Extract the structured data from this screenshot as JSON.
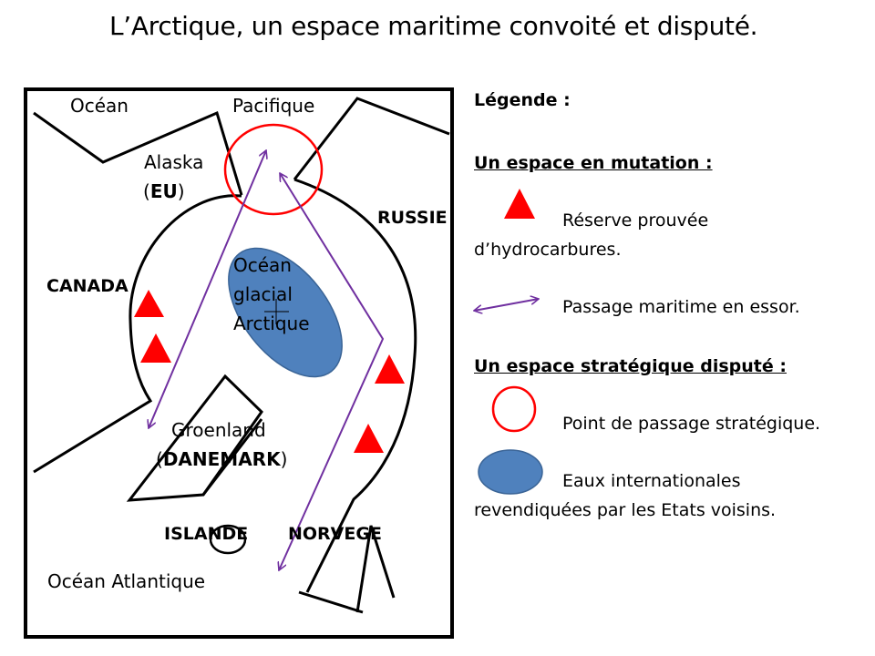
{
  "title": "L’Arctique, un espace maritime convoité et disputé.",
  "map": {
    "labels": {
      "ocean_pacific_1": "Océan",
      "ocean_pacific_2": "Pacifique",
      "alaska": "Alaska",
      "eu_open": "(",
      "eu": "EU",
      "eu_close": ")",
      "russie": "RUSSIE",
      "canada": "CANADA",
      "arctic_1": "Océan",
      "arctic_2": "glacial",
      "arctic_3": "Arctique",
      "groenland": "Groenland",
      "danemark_open": "(",
      "danemark": "DANEMARK",
      "danemark_close": ")",
      "islande": "ISLANDE",
      "norvege": "NORVEGE",
      "atlantique": "Océan  Atlantique"
    },
    "colors": {
      "triangle": "#ff0000",
      "arrow": "#7030a0",
      "circle": "#ff0000",
      "ellipse": "#4f81bd"
    }
  },
  "legend": {
    "heading": "Légende :",
    "section1": "Un espace en mutation :",
    "item_reserve_1": "Réserve prouvée",
    "item_reserve_2": "d’hydrocarbures.",
    "item_passage": "Passage maritime en essor.",
    "section2": "Un espace stratégique disputé :",
    "item_point": "Point de passage stratégique.",
    "item_eaux_1": "Eaux internationales",
    "item_eaux_2": "revendiquées par les Etats voisins."
  }
}
